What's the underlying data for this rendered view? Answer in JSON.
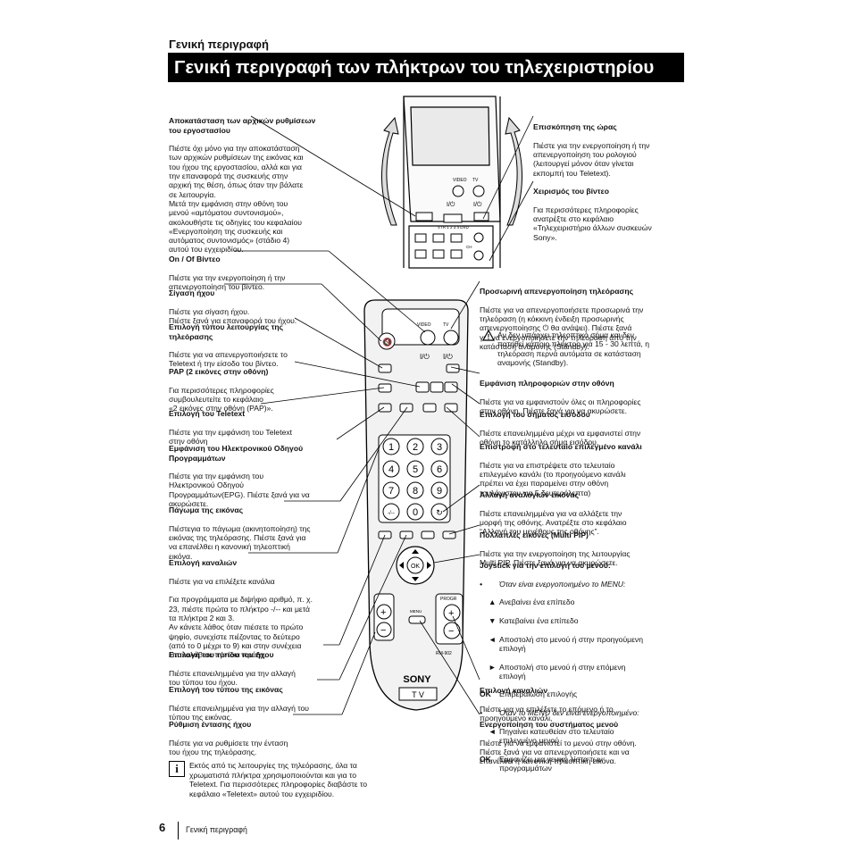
{
  "section_title": "Γενική περιγραφή",
  "banner_title": "Γενική περιγραφή των πλήκτρων του τηλεχειριστηρίου",
  "left": [
    {
      "title": "Αποκατάσταση των αρχικών ρυθμίσεων\nτου εργοστασίου",
      "body": "Πιέστε όχι μόνο για την αποκατάσταση\nτων αρχικών ρυθμίσεων της εικόνας και\nτου ήχου της εργοστασίου, αλλά και για\nτην επαναφορά της συσκευής στην\nαρχική της θέση, όπως όταν την βάλατε\nσε λειτουργία.\nΜετά την εμφάνιση στην οθόνη του\nμενού «αμτόματου συντονισμού»,\nακολουθήστε τις οδηγίες του κεφαλαίου\n«Ενεργοποίηση της συσκευής και\nαυτόματος συντονισμός» (στάδιο 4)\nαυτού του εγχειριδίου."
    },
    {
      "title": "On / Of Βίντεο",
      "body": "Πιέστε για την ενεργοποίηση ή την\nαπενεργοποίηση του βίντεο."
    },
    {
      "title": "Σίγαση ήχου",
      "body": "Πιέστε για σίγαση ήχου.\nΠιέστε ξανά για επαναφορά του ήχου."
    },
    {
      "title": "Επιλογή τύπου λειτουργίας της\nτηλεόρασης",
      "body": "Πιέστε για να απενεργοποιήσετε το\nTeletext ή την είσοδο του βίντεο."
    },
    {
      "title": "PAP (2 εικόνες στην οθόνη)",
      "body": "Για περισσότερες πληροφορίες\nσυμβουλευτείτε το κεφάλαιο\n«2 εικόνες στην οθόνη (PAP)»."
    },
    {
      "title": "Επιλογή του Teletext",
      "body": "Πιέστε για την εμφάνιση του Teletext\nστην οθόνη"
    },
    {
      "title": "Εμφάνιση του Ηλεκτρονικού Οδηγού\nΠρογραμμάτων",
      "body": "Πιέστε για την εμφάνιση του\nΗλεκτρονικού Οδηγού\nΠρογραμμάτων(EPG). Πιέστε ξανά για να\nακυρώσετε."
    },
    {
      "title": "Πάγωμα της εικόνας",
      "body": "Πιέστεγια το πάγωμα (ακινητοποίηση) της\nεικόνας της τηλεόρασης. Πιέστε ξανά για\nνα επανέλθει η κανονική τηλεοπτική\nεικόνα."
    },
    {
      "title": "Επιλογή καναλιών",
      "body": "Πιέστε για να επιλέξετε κανάλια\n\nΓια προγράμματα με διψήφιο αριθμό, π. χ.\n23, πιέστε πρώτα το πλήκτρο -/-- και μετά\nτα πλήκτρα 2 και 3.\nΑν κάνετε λάθος όταν πιέσετε το πρώτο\nψηφίο, συνεχίστε πιέζοντας το δεύτερο\n(από το 0 μέχρι το 9) και στην συνέχεια\nεπαναλάβετε την ίδια πράξη."
    },
    {
      "title": "Επιλογή του τύπου του ήχου",
      "body": "Πιέστε επανειλημμένα για την αλλαγή\nτου τύπου του ήχου."
    },
    {
      "title": "Επιλογή του τύπου της εικόνας",
      "body": "Πιέστε επανειλημμένα για την αλλαγή του\nτύπου της εικόνας."
    },
    {
      "title": "Ρύθμιση έντασης ήχου",
      "body": "Πιέστε για να ρυθμίσετε την ένταση\nτου ήχου της τηλεόρασης."
    }
  ],
  "right": [
    {
      "title": "Επισκόπηση της ώρας",
      "body": "Πιέστε για την ενεργοποίηση ή την\nαπενεργοποίηση του ρολογιού\n(λειτουργεί μόνον όταν γίνεται\nεκπομπή του Teletext)."
    },
    {
      "title": "Χειρισμός του βίντεο",
      "body": "Για περισσότερες πληροφορίες\nανατρέξτε στο κεφάλαιο\n«Τηλεχειριστήριο άλλων συσκευών\nSony»."
    },
    {
      "title": "Προσωρινή απενεργοποίηση τηλεόρασης",
      "body": "Πιέστε για να απενεργοποιήσετε προσωρινά την\nτηλεόραση (η κόκκινη ένδειξη προσωρινής\nαπενεργοποίησης  ⏻ θα ανάψει). Πιέστε ξανά\nγια να ενεργοποιήσετε την τηλεόραση από την\nκατάσταση αναμονής (Standby)."
    },
    {
      "title": "Εμφάνιση πληροφοριών στην οθόνη",
      "body": "Πιέστε για να εμφανιστούν όλες οι πληροφορίες\nστην οθόνη. Πιέστε ξανά για να ακυρώσετε."
    },
    {
      "title": "Επιλογή του σήματος εισόδου",
      "body": "Πιέστε επανειλημμένα μέχρι να εμφανιστεί στην\nοθόνη το κατάλληλο σήμα εισόδου."
    },
    {
      "title": "Επιστροφή στο τελευταίο επιλεγμένο κανάλι",
      "body": "Πιέστε για να επιστρέψετε στο τελευταίο\nεπιλεγμένο κανάλι (το προηγούμενο κανάλι\nπρέπει να έχει παραμείνει στην οθόνη\nτουλάχιστον για 5 δευτερόλεπτα)"
    },
    {
      "title": "Αλλαγή αναλογιών εικόνας",
      "body": "Πιέστε επανειλημμένα για να αλλάξετε την\nμορφή της οθόνης. Ανατρέξτε στο κεφάλαιο\n“Αλλαγή του μεγέθους της οθόνης”."
    },
    {
      "title": "Πολλαπλές εικόνες (Multi PIP)",
      "body": "Πιέστε για την ενεργοποίηση της λειτουργίας\nMulti PIP. Πιέστε ξανά για να ακυρώσετε."
    },
    {
      "title": "Επιλογή καναλιών",
      "body": "Πιέστε για να επιλέξετε το επόμενο ή το\nπροηγούμενο κανάλι,"
    },
    {
      "title": "Ενεργοποίηση του συστήματος μενού",
      "body": "Πιέστε για να εμφανιστεί το μενού στην οθόνη.\nΠιέστε ξανά για να απενεργοποιήσετε και να\nεπανέλθει η κανονική τηλεοπτική εικόνα."
    }
  ],
  "standby_warning": "Αν δεν υπάρχει τηλεοπτικό σήμα και δεν\nπατηθεί κάποιο πλήκτρο για 15 - 30 λεπτά, η\nτηλεόραση περνά αυτόματα σε κατάσταση\nαναμονής (Standby).",
  "joystick": {
    "title": "Joystick για την επιλογή του μενού:",
    "on_label": "Όταν είναι ενεργοποιημένο το MENU:",
    "on_items": [
      {
        "sym": "▲",
        "text": "Ανεβαίνει ένα επίπεδο"
      },
      {
        "sym": "▼",
        "text": "Κατεβαίνει ένα επίπεδο"
      },
      {
        "sym": "◄",
        "text": "Αποστολή στο μενού ή στην προηγούμενη\nεπιλογή"
      },
      {
        "sym": "►",
        "text": "Αποστολή στο μενού ή στην επόμενη\nεπιλογή"
      }
    ],
    "ok_label": "OK",
    "on_ok": "Επιβεβαίωση επιλογής",
    "off_label": "Όταν το MENU δεν είναι ενεργοποιημένο:",
    "off_item": {
      "sym": "◄",
      "text": "Πηγαίνει κατευθείαν στο τελευταίο\nεπιλεγμένο μενού"
    },
    "off_ok": "Εμφανίζει μια γενική λίστα των\nπρογραμμάτων"
  },
  "remote": {
    "video": "VIDEO",
    "tv": "TV",
    "brand": "SONY",
    "tv_label": "T V",
    "model": "RM-902",
    "menu": "MENU",
    "progr": "PROGR",
    "ok": "OK",
    "vtr": "VTR 1 2 3 4 DVD",
    "ch": "CH",
    "digits": [
      "1",
      "2",
      "3",
      "4",
      "5",
      "6",
      "7",
      "8",
      "9",
      "-/--",
      "0",
      ""
    ]
  },
  "note": "Εκτός από τις λειτουργίες της τηλεόρασης, όλα τα\nχρωματιστά πλήκτρα χρησιμοποιούνται και για το\nTeletext. Για περισσότερες πληροφορίες διαβάστε το\nκεφάλαιο «Teletext» αυτού του εγχειριδίου.",
  "page_number": "6",
  "footer_label": "Γενική περιγραφή"
}
